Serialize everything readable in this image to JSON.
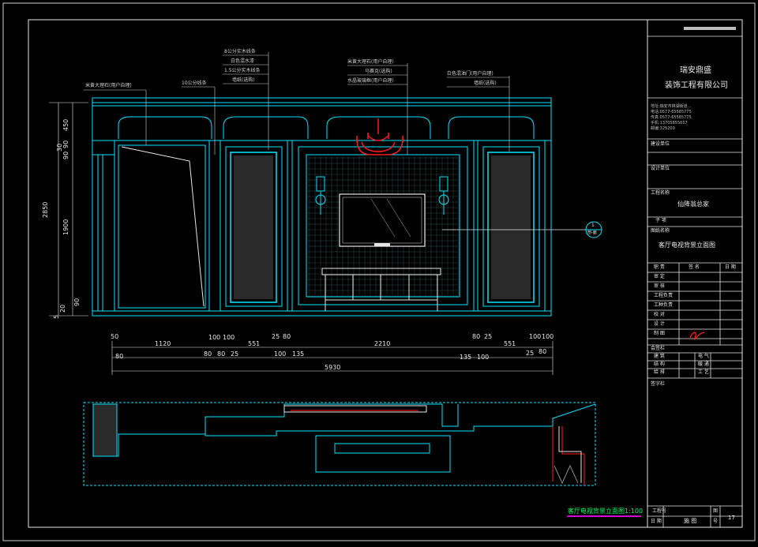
{
  "titleblock": {
    "company_line1": "瑞安鼎盛",
    "company_line2": "装饰工程有限公司",
    "contact": [
      "地址:瑞安市锦湖街道...",
      "电话:0577-65585775",
      "传真:0577-65585775",
      "手机:13705855657",
      "邮编:325200"
    ],
    "field_owner": "建设单位",
    "field_designer": "设计单位",
    "field_project_label": "工程名称",
    "project_name": "仙降翁总家",
    "field_sub_label": "子  项",
    "field_drawing_label": "图纸名称",
    "drawing_name": "客厅电视背景立面图",
    "col_role": "职  责",
    "col_sign": "签  名",
    "col_date": "日  期",
    "roles": [
      "审  定",
      "审  核",
      "工程负责",
      "工种负责",
      "校  对",
      "设  计",
      "制  图"
    ],
    "countersign": "会签栏",
    "cs_left": [
      "建  筑",
      "结  构",
      "给  排"
    ],
    "cs_right": [
      "电  气",
      "暖  通",
      "工  艺"
    ],
    "seal": "签字栏",
    "footer_proj_no": "工程号",
    "footer_fig": "图",
    "footer_date": "日  期",
    "footer_stage": "施 图",
    "footer_no": "号",
    "sheet_no": "17"
  },
  "elevation": {
    "callouts": [
      "米黄大理石(用户自理)",
      "10公分线条",
      "8公分实木线条",
      "白色混水漆",
      "1.5公分实木线条",
      "墙纸(选购)",
      "米黄大理石(用户自理)",
      "马赛克(选购)",
      "水晶玻璃框(用户自理)",
      "白色混油门(用户自理)",
      "墙纸(选购)"
    ],
    "vdims_left": [
      "450",
      "30",
      "90",
      "90",
      "1900",
      "90",
      "20",
      "5"
    ],
    "vdim_total": "2850",
    "hdims_row1": [
      "50",
      "1120",
      "100",
      "100",
      "551",
      "25",
      "80",
      "2210",
      "80",
      "25",
      "551",
      "100",
      "100"
    ],
    "hdims_row2": [
      "80",
      "80",
      "80",
      "25",
      "100",
      "135",
      "135",
      "100",
      "25",
      "80"
    ],
    "hdim_total": "5930",
    "section_mark_top": "1",
    "section_mark_bottom": "剖-面"
  },
  "caption": "客厅电视背景立面图1:100",
  "colors": {
    "line_cyan": "#00e5ff",
    "line_white": "#e6e6e6",
    "chandelier": "#ff1a1a",
    "caption": "#00ff66",
    "caption_underline": "#d000d0"
  }
}
